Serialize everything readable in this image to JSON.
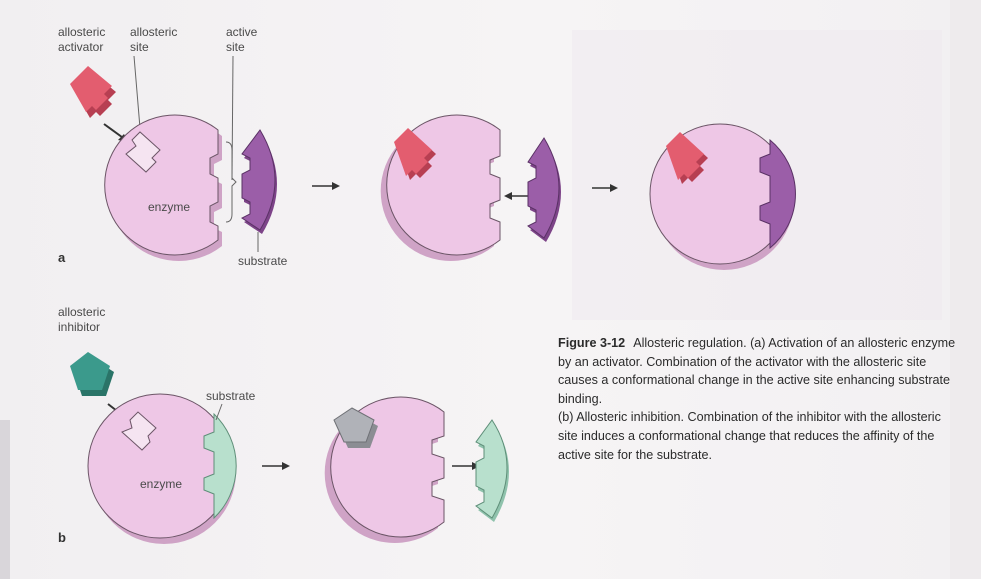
{
  "labels": {
    "allosteric_activator": [
      "allosteric",
      "activator"
    ],
    "allosteric_site": [
      "allosteric",
      "site"
    ],
    "active_site": [
      "active",
      "site"
    ],
    "enzyme_a": "enzyme",
    "substrate_a": "substrate",
    "panel_a": "a",
    "allosteric_inhibitor": [
      "allosteric",
      "inhibitor"
    ],
    "substrate_b": "substrate",
    "enzyme_b": "enzyme",
    "panel_b": "b"
  },
  "caption": {
    "title": "Figure 3-12",
    "part1": "Allosteric regulation. (a) Activation of an allosteric enzyme by an activator. Combination of the activator with the allosteric site causes a conformational change in the active site enhancing substrate binding.",
    "part2": "(b) Allosteric inhibition. Combination of the inhibitor with the allosteric site induces a conformational change that reduces the affinity of the active site for the substrate."
  },
  "colors": {
    "enzyme_fill": "#eec7e6",
    "enzyme_shadow": "#cfa3c6",
    "enzyme_stroke": "#6b5566",
    "activator": "#e35d6f",
    "substrate_a": "#9b5ea8",
    "inhibitor": "#3b9a8c",
    "substrate_b": "#b8e0cd",
    "inhibitor_bound": "#b0b2b8"
  }
}
